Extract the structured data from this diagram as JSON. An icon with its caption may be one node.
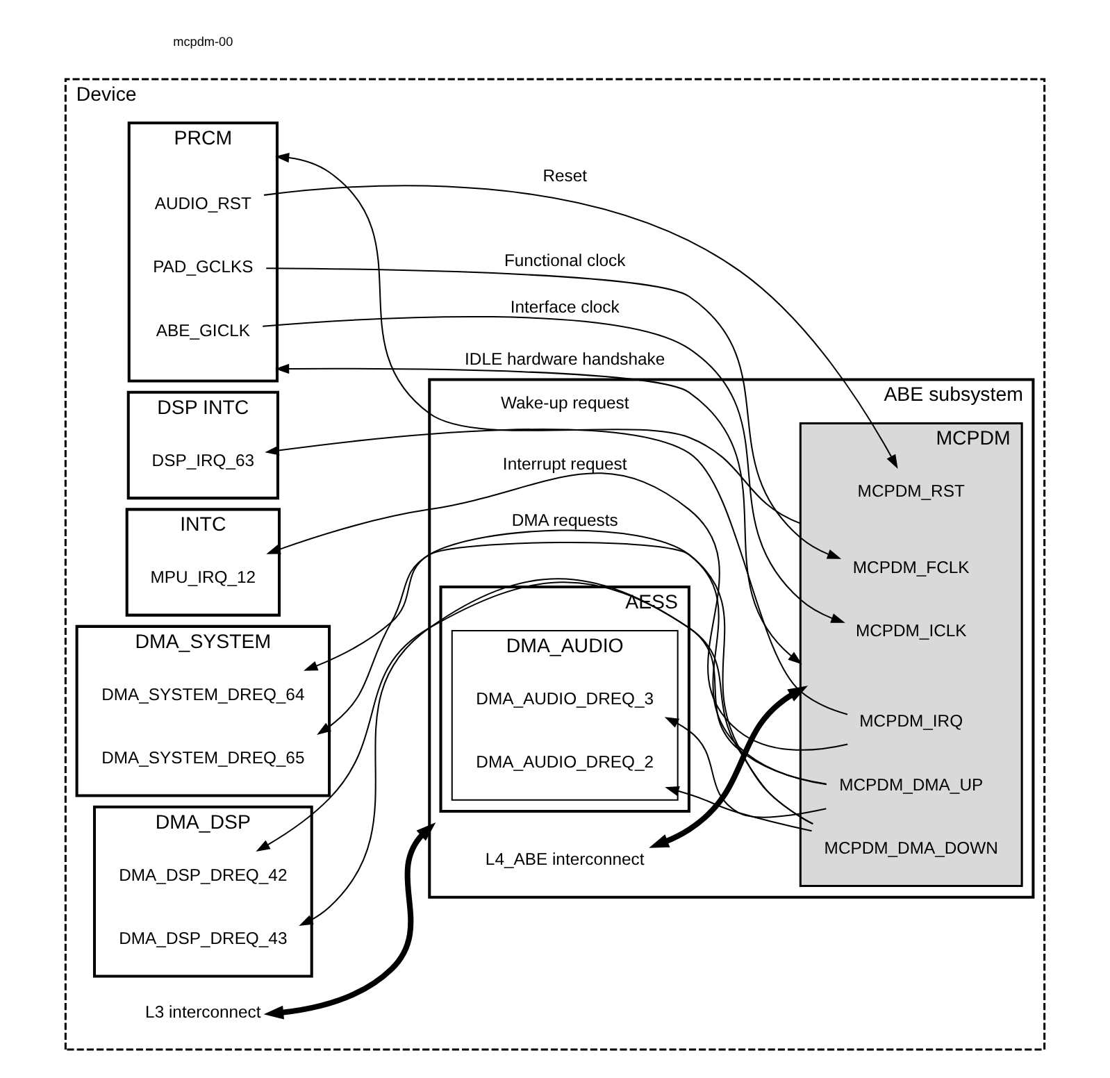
{
  "diagram": {
    "nodes": [
      {
        "text": [
          "Device"
        ]
      },
      {
        "text": [
          "ABE subsystem"
        ],
        "in": 0
      },
      {
        "text": [
          "L3 interconnect"
        ],
        "in": 0
      },
      {
        "text": [
          "L4_ABE interconnect"
        ],
        "in": 1
      },
      {
        "text": [
          "MCPDM"
        ],
        "in": 1
      },
      {
        "text": [
          "PRCM"
        ],
        "in": 0
      },
      {
        "text": [
          "ABE_GICLK"
        ],
        "in": 5
      },
      {
        "text": [
          "PAD_GCLKS"
        ],
        "in": 5
      },
      {
        "text": [
          "AUDIO_RST"
        ],
        "in": 5
      },
      {
        "text": [
          "MCPDM_ICLK"
        ],
        "in": 4
      },
      {
        "text": [
          "MCPDM_FCLK"
        ],
        "in": 4
      },
      {
        "text": [
          "MCPDM_RST"
        ],
        "in": 4
      },
      {
        "text": [
          "DSP INTC"
        ],
        "in": 0
      },
      {
        "text": [
          "DSP_IRQ_63"
        ],
        "in": 12
      },
      {
        "text": [
          "INTC"
        ],
        "in": 0
      },
      {
        "text": [
          "MPU_IRQ_12"
        ],
        "in": 14
      },
      {
        "text": [
          "MCPDM_IRQ"
        ],
        "in": 4
      },
      {
        "text": [
          "DMA_SYSTEM"
        ],
        "in": 0
      },
      {
        "text": [
          "DMA_SYSTEM_DREQ_64"
        ],
        "in": 17
      },
      {
        "text": [
          "DMA_SYSTEM_DREQ_65"
        ],
        "in": 17
      },
      {
        "text": [
          "MCPDM_DMA_UP"
        ],
        "in": 4
      },
      {
        "text": [
          "MCPDM_DMA_DOWN"
        ],
        "in": 4
      },
      {
        "text": [
          "DMA_DSP"
        ],
        "in": 0
      },
      {
        "text": [
          "DMA_DSP_DREQ_42"
        ],
        "in": 22
      },
      {
        "text": [
          "DMA_DSP_DREQ_43"
        ],
        "in": 22
      },
      {
        "text": [
          "AESS"
        ],
        "in": 1
      },
      {
        "text": [
          "DMA_AUDIO"
        ],
        "in": 25
      },
      {
        "text": [
          "DMA_AUDIO_DREQ_3"
        ],
        "in": 26
      },
      {
        "text": [
          "DMA_AUDIO_DREQ_2"
        ],
        "in": 26
      }
    ],
    "edges": [
      {
        "from": 2,
        "to": 1,
        "arrow": "both",
        "style": "thick"
      },
      {
        "from": 3,
        "to": 4,
        "arrow": "both",
        "style": "thick"
      },
      {
        "from": 4,
        "to": 5,
        "arrow": "to",
        "label": "Wake-up request"
      },
      {
        "from": 5,
        "to": 4,
        "arrow": "both",
        "label": "IDLE hardware handshake"
      },
      {
        "from": 6,
        "to": 9,
        "arrow": "to",
        "label": "Interface clock"
      },
      {
        "from": 7,
        "to": 10,
        "arrow": "to",
        "label": "Functional clock"
      },
      {
        "from": 8,
        "to": 11,
        "arrow": "to",
        "label": "Reset"
      },
      {
        "from": 16,
        "to": 13,
        "arrow": "to"
      },
      {
        "from": 16,
        "to": 15,
        "arrow": "to",
        "label": "Interrupt request"
      },
      {
        "from": 20,
        "to": 18,
        "arrow": "to"
      },
      {
        "from": 20,
        "to": 23,
        "arrow": "to"
      },
      {
        "from": 20,
        "to": 27,
        "arrow": "to"
      },
      {
        "from": 21,
        "to": 19,
        "arrow": "to",
        "label": "DMA requests"
      },
      {
        "from": 21,
        "to": 24,
        "arrow": "to"
      },
      {
        "from": 21,
        "to": 28,
        "arrow": "to"
      }
    ],
    "labels": [
      "mcpdm-00"
    ]
  }
}
